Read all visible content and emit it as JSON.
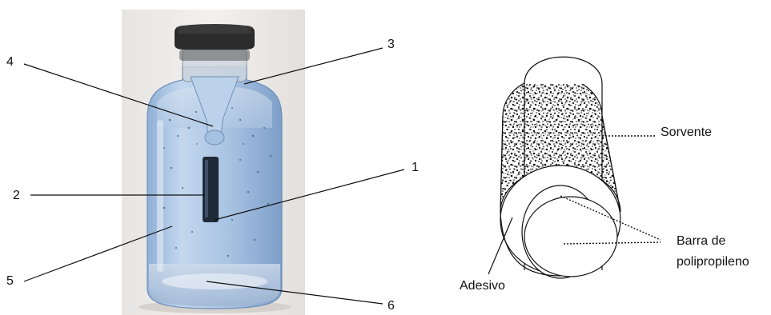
{
  "photo": {
    "callouts": {
      "c1": "1",
      "c2": "2",
      "c3": "3",
      "c4": "4",
      "c5": "5",
      "c6": "6"
    }
  },
  "schematic": {
    "sorbent_label": "Sorvente",
    "adhesive_label": "Adesivo",
    "bar_label_line1": "Barra de",
    "bar_label_line2": "polipropileno"
  },
  "colors": {
    "liquid": "#a9c6e6",
    "cap": "#2b2b2b",
    "photo_bg": "#efece9",
    "dots": "#111111"
  }
}
